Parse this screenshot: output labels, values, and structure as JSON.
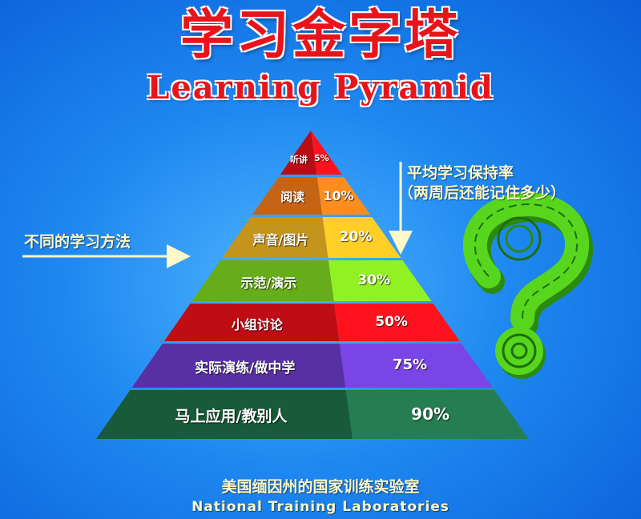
{
  "title_cn": "学习金字塔",
  "title_en": "Learning Pyramid",
  "left_label": "不同的学习方法",
  "right_label_line1": "平均学习保持率",
  "right_label_line2": "（两周后还能记住多少）",
  "levels": [
    {
      "method": "听讲",
      "rate": "5%",
      "color": "#e0101a"
    },
    {
      "method": "阅读",
      "rate": "10%",
      "color": "#f07a1a"
    },
    {
      "method": "声音/图片",
      "rate": "20%",
      "color": "#f0b422"
    },
    {
      "method": "示范/演示",
      "rate": "30%",
      "color": "#7ed21e"
    },
    {
      "method": "小组讨论",
      "rate": "50%",
      "color": "#e8101a"
    },
    {
      "method": "实际演练/做中学",
      "rate": "75%",
      "color": "#6a3cc8"
    },
    {
      "method": "马上应用/教别人",
      "rate": "90%",
      "color": "#1f6e46"
    }
  ],
  "footer_cn": "美国缅因州的国家训练实验室",
  "footer_en": "National Training Laboratories",
  "colors": {
    "title": "#e8141c",
    "label": "#fff8c8",
    "background": "#1e88f0",
    "maze": "#58d61e"
  }
}
